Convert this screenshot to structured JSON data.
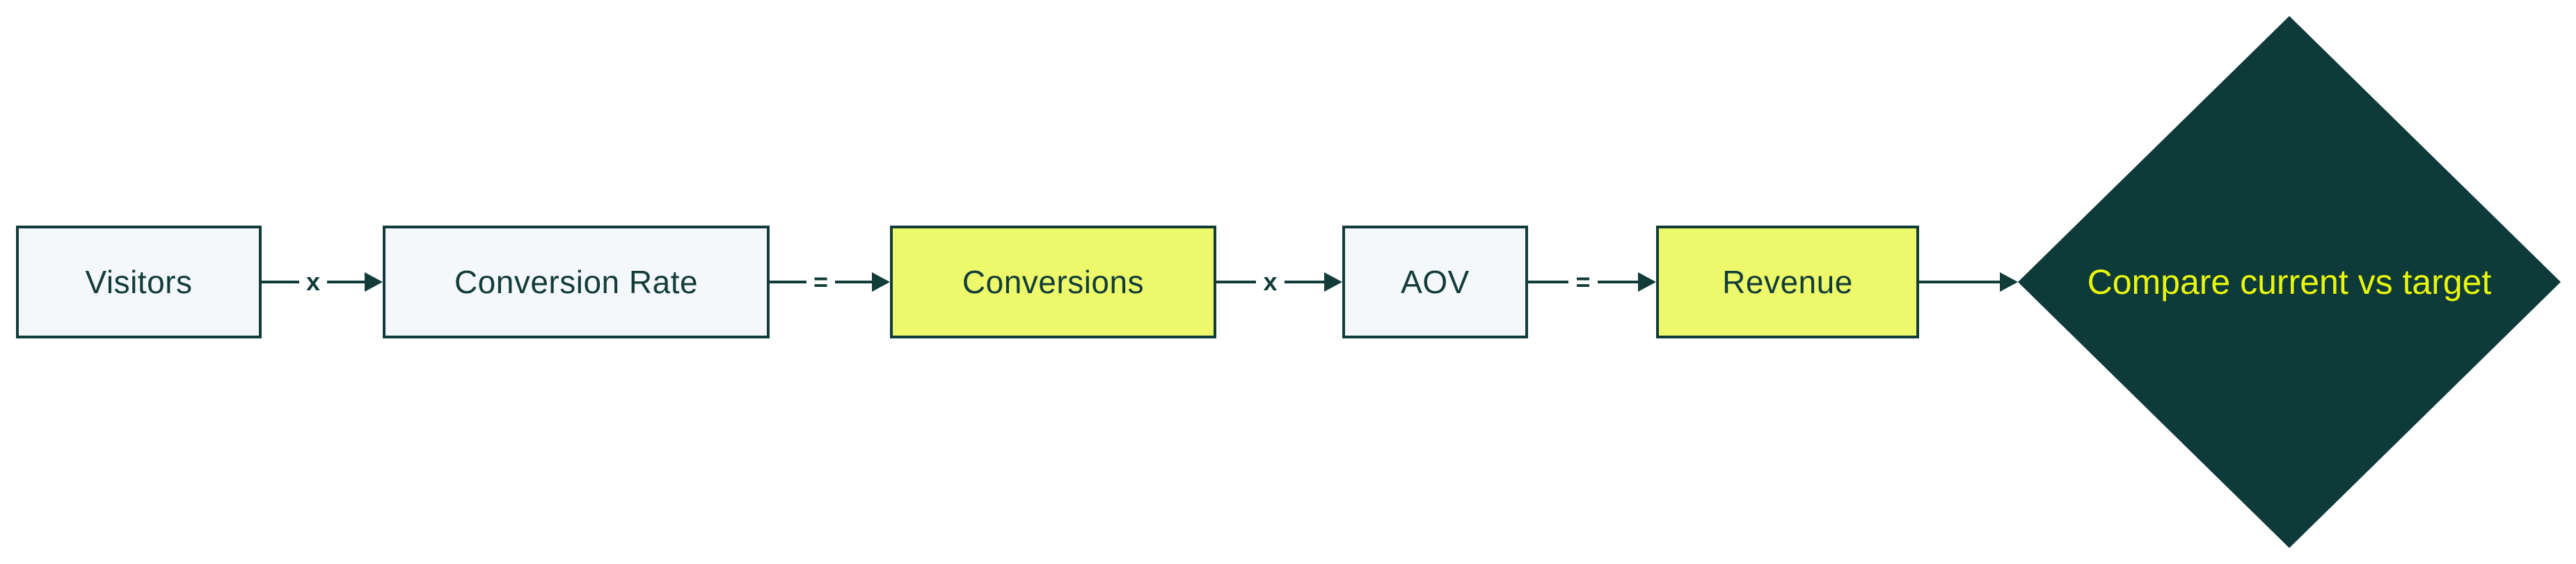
{
  "diagram": {
    "direction": "left-to-right",
    "background": "#ffffff",
    "colors": {
      "stroke": "#123c3a",
      "node_text": "#123c3a",
      "node_fill_light": "#f4f8fa",
      "node_fill_highlight": "#edf96a",
      "decision_fill": "#0e3a39",
      "decision_text": "#e9f70e"
    },
    "nodes": [
      {
        "id": "visitors",
        "label": "Visitors",
        "shape": "rectangle",
        "fill": "light"
      },
      {
        "id": "conversion-rate",
        "label": "Conversion Rate",
        "shape": "rectangle",
        "fill": "light"
      },
      {
        "id": "conversions",
        "label": "Conversions",
        "shape": "rectangle",
        "fill": "highlight"
      },
      {
        "id": "aov",
        "label": "AOV",
        "shape": "rectangle",
        "fill": "light"
      },
      {
        "id": "revenue",
        "label": "Revenue",
        "shape": "rectangle",
        "fill": "highlight"
      },
      {
        "id": "compare",
        "label": "Compare current vs target",
        "shape": "diamond",
        "fill": "decision"
      }
    ],
    "edges": [
      {
        "from": "visitors",
        "to": "conversion-rate",
        "operator": "x"
      },
      {
        "from": "conversion-rate",
        "to": "conversions",
        "operator": "="
      },
      {
        "from": "conversions",
        "to": "aov",
        "operator": "x"
      },
      {
        "from": "aov",
        "to": "revenue",
        "operator": "="
      },
      {
        "from": "revenue",
        "to": "compare",
        "operator": ""
      }
    ]
  }
}
